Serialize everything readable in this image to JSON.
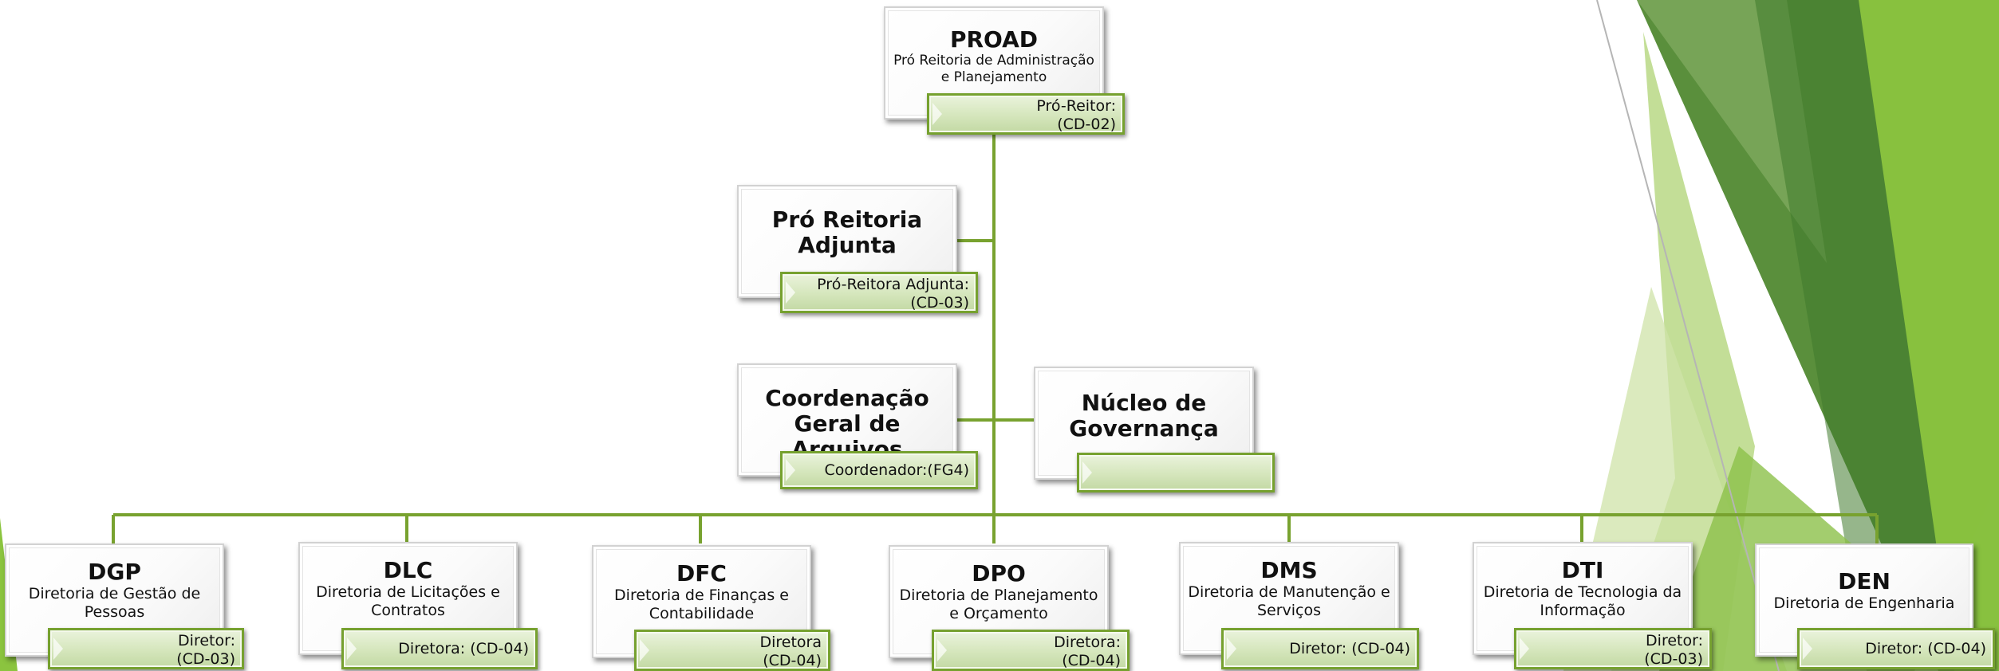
{
  "colors": {
    "line": "#78a22f",
    "role_border": "#76a12f",
    "accent": "#6fa337"
  },
  "root": {
    "title": "PROAD",
    "subtitle": "Pró Reitoria de Administração e Planejamento",
    "role": "Pró-Reitor:",
    "code": "(CD-02)"
  },
  "adjunta": {
    "title": "Pró Reitoria Adjunta",
    "role": "Pró-Reitora Adjunta:",
    "code": "(CD-03)"
  },
  "arquivos": {
    "title": "Coordenação Geral de Arquivos",
    "role": "Coordenador:(FG4)"
  },
  "governanca": {
    "title": "Núcleo de Governança",
    "role": ""
  },
  "directorates": [
    {
      "title": "DGP",
      "subtitle": "Diretoria de Gestão de Pessoas",
      "role": "Diretor:",
      "code": "(CD-03)"
    },
    {
      "title": "DLC",
      "subtitle": "Diretoria de Licitações e Contratos",
      "role": "Diretora: (CD-04)",
      "code": ""
    },
    {
      "title": "DFC",
      "subtitle": "Diretoria de Finanças e Contabilidade",
      "role": "Diretora",
      "code": "(CD-04)"
    },
    {
      "title": "DPO",
      "subtitle": "Diretoria de Planejamento e Orçamento",
      "role": "Diretora:",
      "code": "(CD-04)"
    },
    {
      "title": "DMS",
      "subtitle": "Diretoria de Manutenção e Serviços",
      "role": "Diretor: (CD-04)",
      "code": ""
    },
    {
      "title": "DTI",
      "subtitle": "Diretoria de Tecnologia da Informação",
      "role": "Diretor:",
      "code": "(CD-03)"
    },
    {
      "title": "DEN",
      "subtitle": "Diretoria de Engenharia",
      "role": "Diretor: (CD-04)",
      "code": ""
    }
  ]
}
